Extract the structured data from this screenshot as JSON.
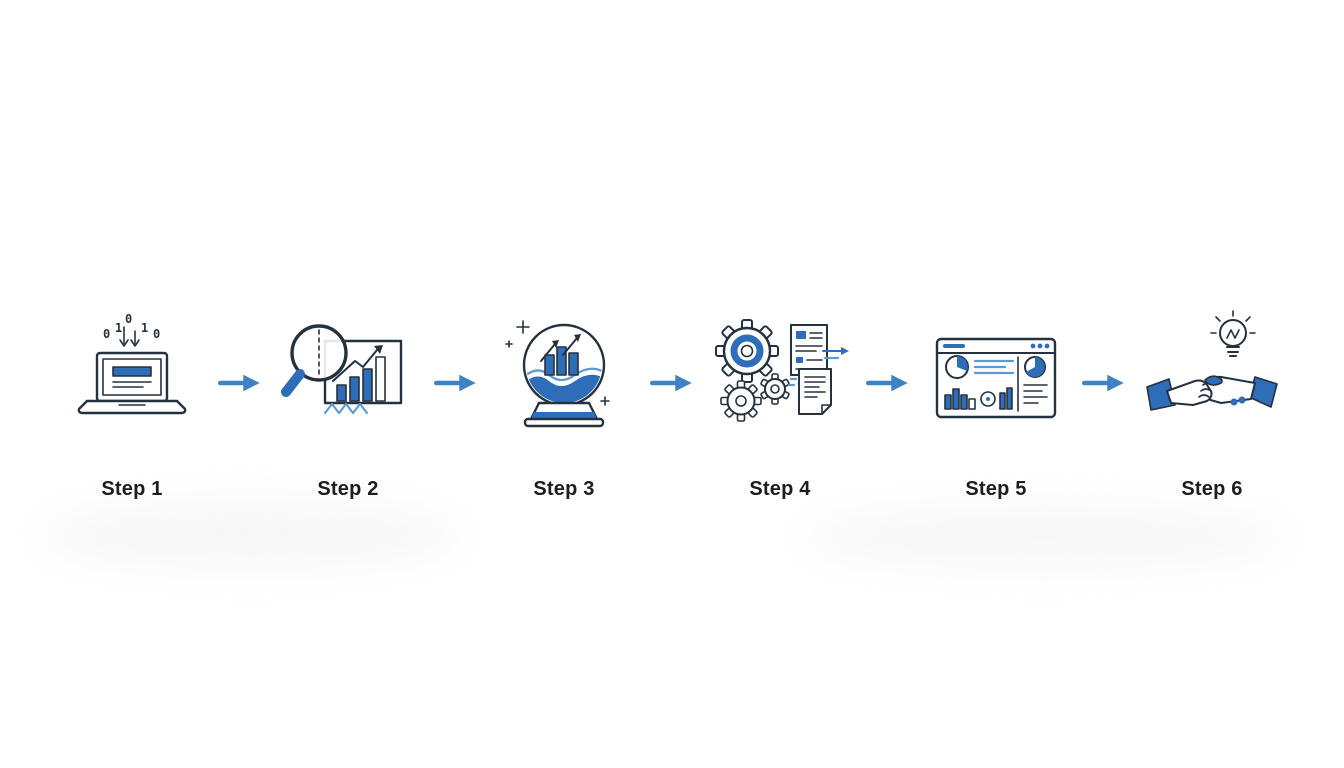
{
  "page": {
    "background": "#ffffff",
    "type": "process-flow-diagram"
  },
  "colors": {
    "line": "#26313f",
    "accent": "#2e6db8",
    "accent_light": "#5b9bd5",
    "arrow": "#3f82c4",
    "label_text": "#1d1d1f"
  },
  "steps": [
    {
      "label": "Step 1",
      "icon": "laptop-data-icon"
    },
    {
      "label": "Step 2",
      "icon": "magnifier-chart-icon"
    },
    {
      "label": "Step 3",
      "icon": "crystal-ball-forecast-icon"
    },
    {
      "label": "Step 4",
      "icon": "gears-documents-icon"
    },
    {
      "label": "Step 5",
      "icon": "dashboard-report-icon"
    },
    {
      "label": "Step 6",
      "icon": "handshake-idea-icon"
    }
  ],
  "icons": {
    "laptop": {
      "digits": [
        "0",
        "0",
        "1",
        "1",
        "0"
      ]
    }
  },
  "arrow": {
    "symbol": "→",
    "count": 5
  }
}
